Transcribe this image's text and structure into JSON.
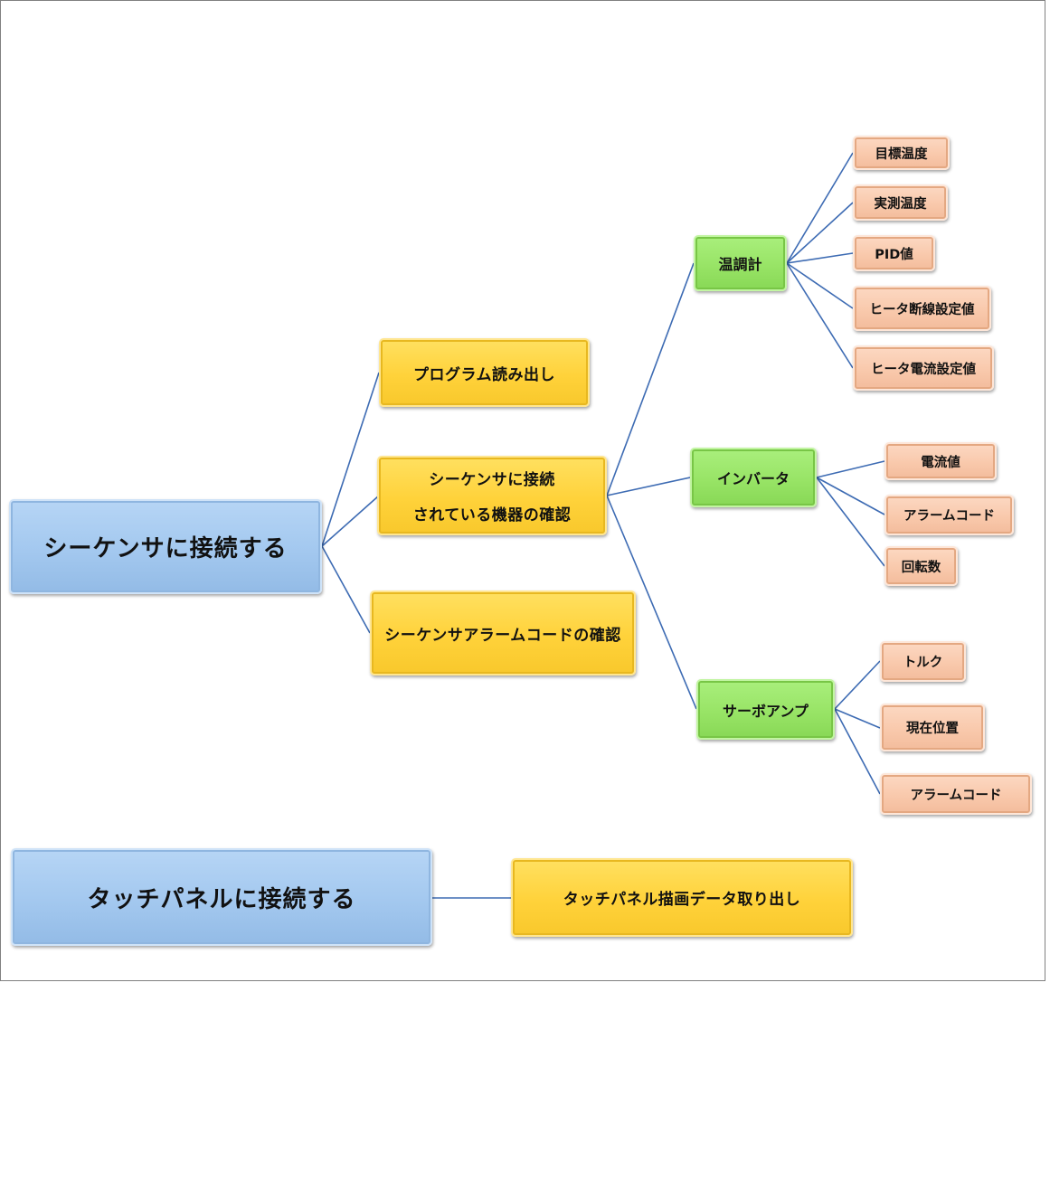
{
  "root1": {
    "label": "シーケンサに接続する"
  },
  "root2": {
    "label": "タッチパネルに接続する"
  },
  "level1": {
    "program_read": "プログラム読み出し",
    "device_check_line1": "シーケンサに接続",
    "device_check_line2": "されている機器の確認",
    "alarm_check": "シーケンサアラームコードの確認",
    "touch_data": "タッチパネル描画データ取り出し"
  },
  "level2": {
    "temp_controller": "温調計",
    "inverter": "インバータ",
    "servo_amp": "サーボアンプ"
  },
  "level3": {
    "temp": [
      "目標温度",
      "実測温度",
      "PID値",
      "ヒータ断線設定値",
      "ヒータ電流設定値"
    ],
    "inverter": [
      "電流値",
      "アラームコード",
      "回転数"
    ],
    "servo": [
      "トルク",
      "現在位置",
      "アラームコード"
    ]
  },
  "colors": {
    "root": "#a3c8ef",
    "level1": "#ffd23a",
    "level2": "#98e466",
    "level3": "#f9c9ac",
    "connector": "#3d6bb3"
  }
}
